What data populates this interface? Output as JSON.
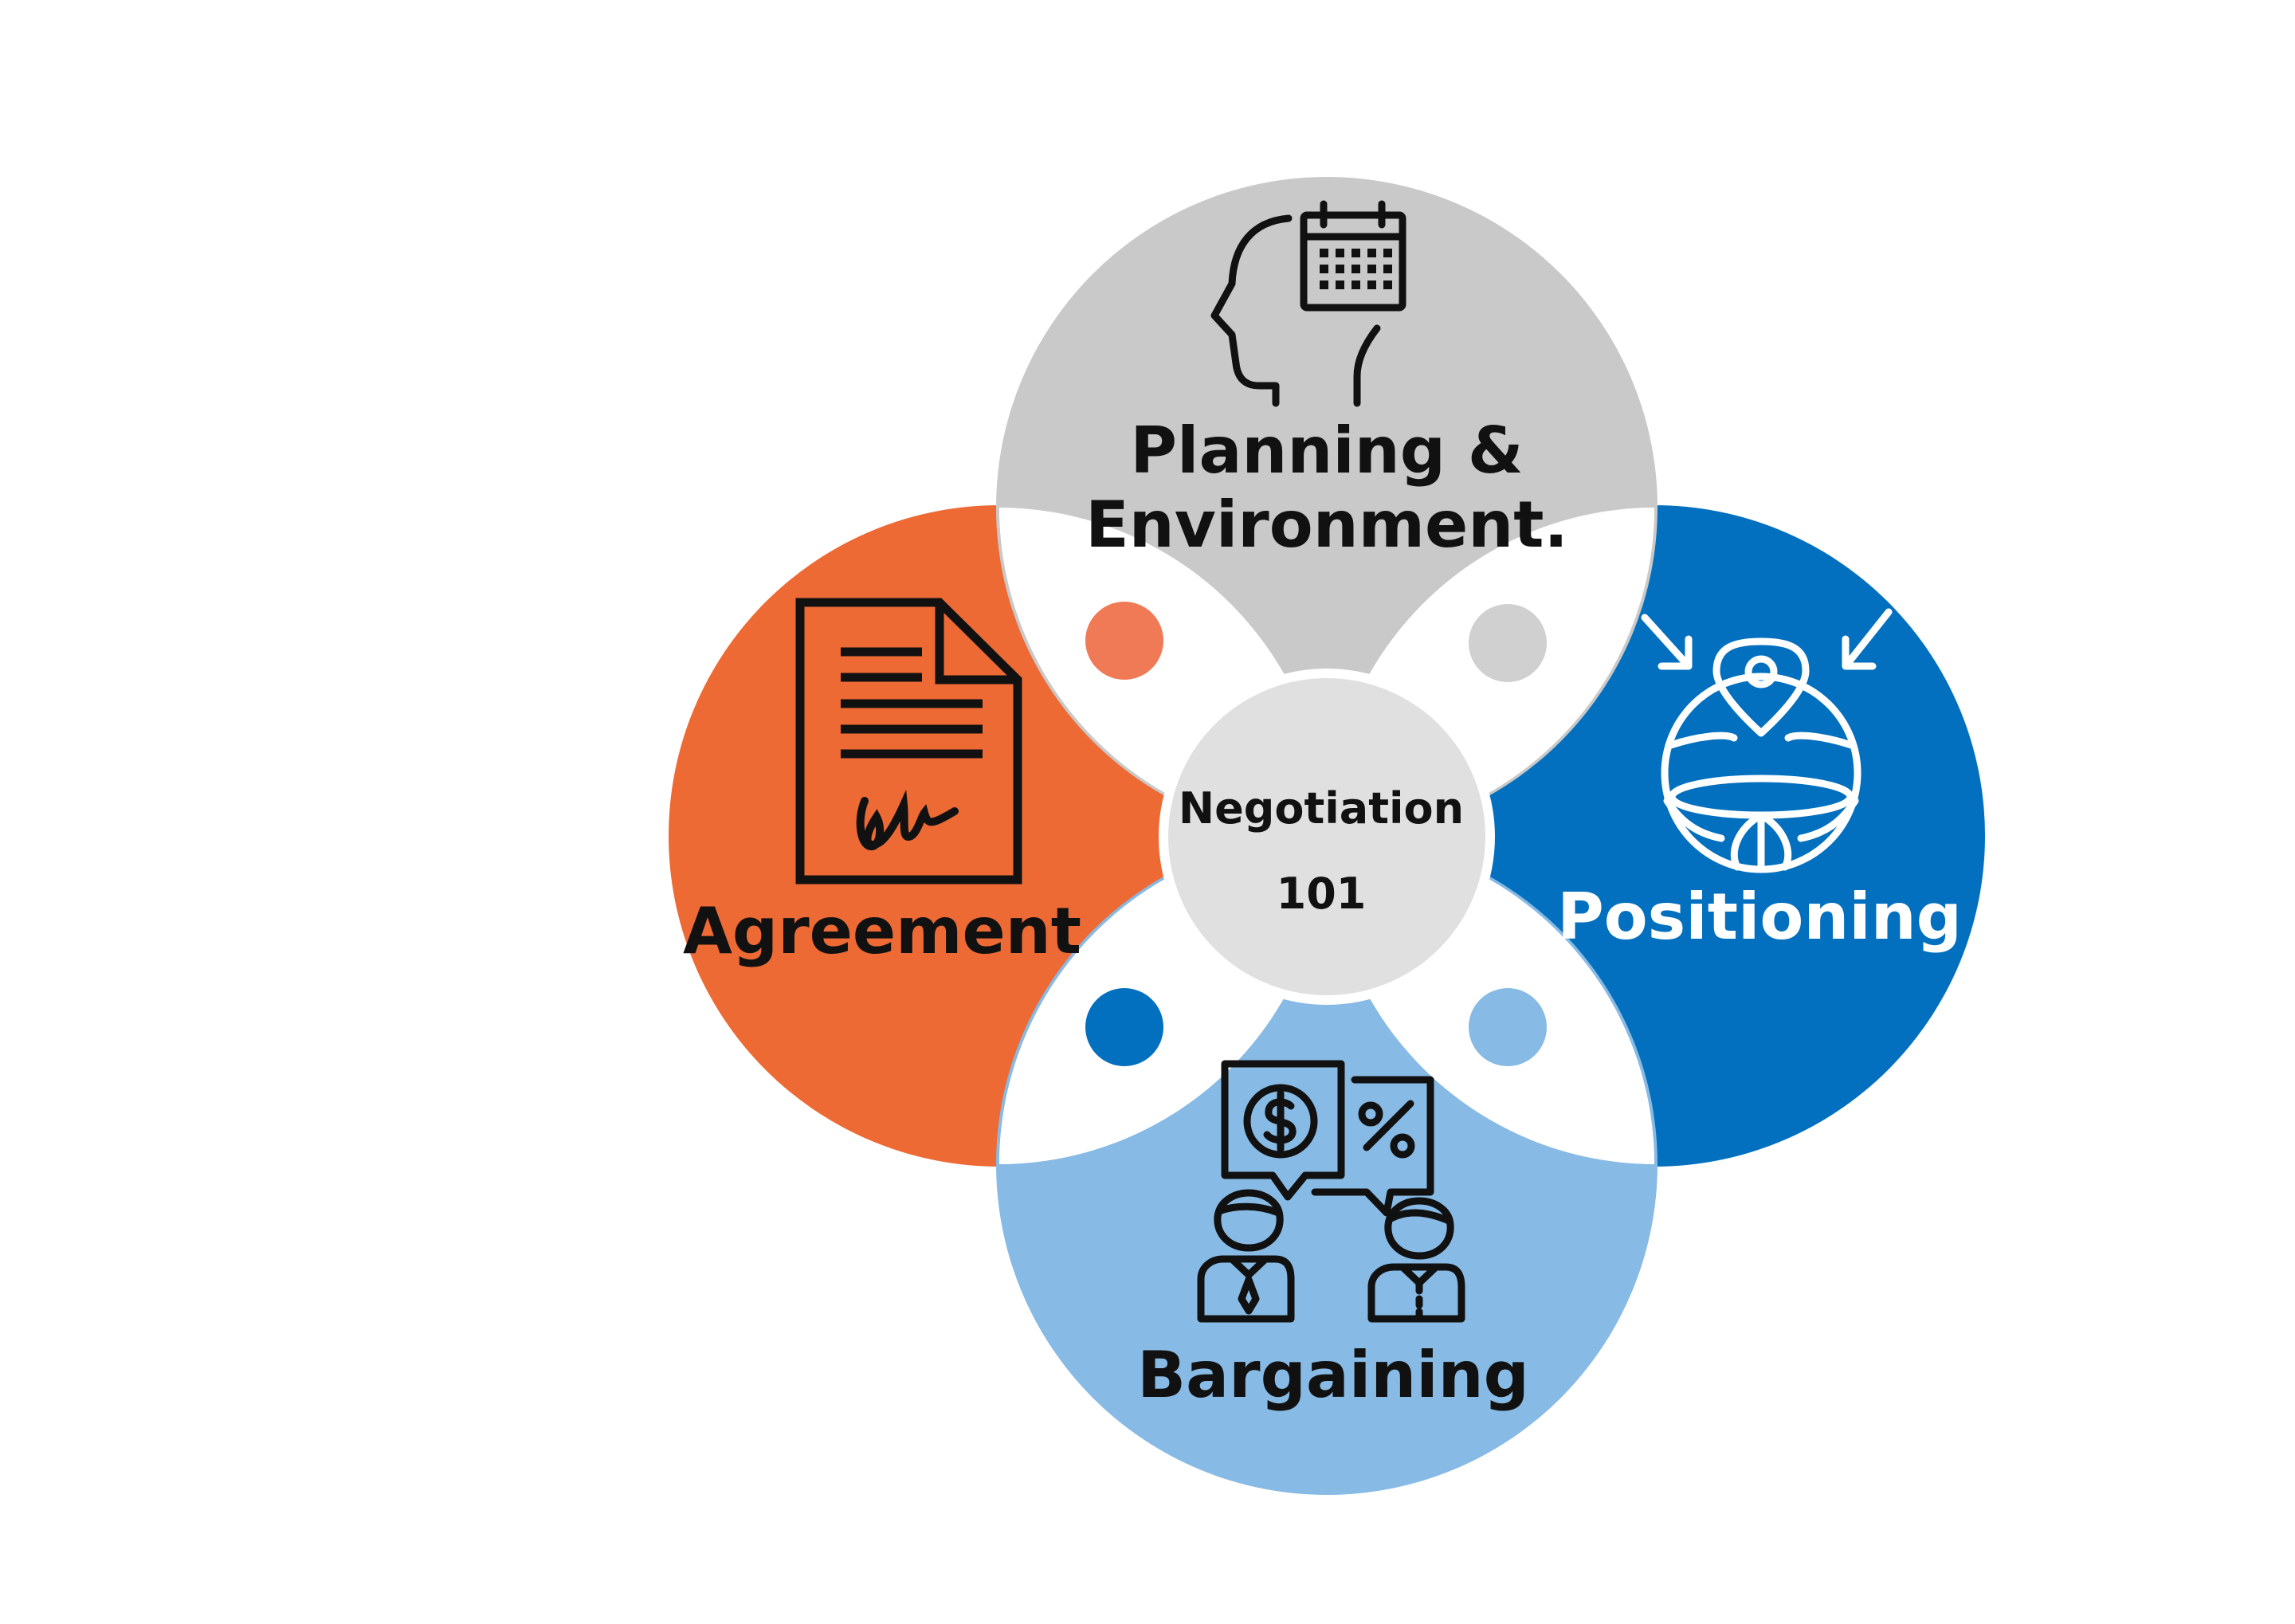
{
  "center": {
    "line1": "Negotiation",
    "line2": "101",
    "color": "#E0E0E0"
  },
  "petals": {
    "planning": {
      "line1": "Planning &",
      "line2": "Environment.",
      "color": "#C9C9C9",
      "icon": "head-calendar-icon"
    },
    "agreement": {
      "label": "Agreement",
      "color": "#EE6A35",
      "icon": "signed-document-icon"
    },
    "positioning": {
      "label": "Positioning",
      "color": "#0270BE",
      "icon": "globe-location-pin-icon"
    },
    "bargaining": {
      "label": "Bargaining",
      "color": "#87BAE4",
      "icon": "two-people-negotiation-icon"
    }
  },
  "dots": {
    "top_left": "#F07A55",
    "top_right": "#D0D0D0",
    "bottom_left": "#0270BE",
    "bottom_right": "#87BAE4"
  }
}
